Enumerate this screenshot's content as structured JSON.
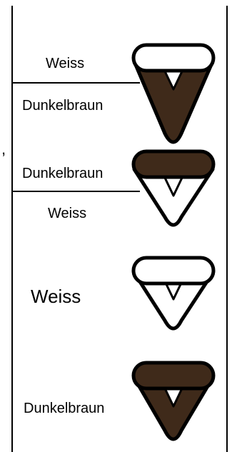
{
  "colors": {
    "weiss": "#ffffff",
    "dunkelbraun": "#3f2a1a",
    "outline": "#000000"
  },
  "stray_mark": ",",
  "variants": [
    {
      "top_label": "Weiss",
      "bottom_label": "Dunkelbraun",
      "cap": "weiss",
      "body": "dunkelbraun"
    },
    {
      "top_label": "Dunkelbraun",
      "bottom_label": "Weiss",
      "cap": "dunkelbraun",
      "body": "weiss"
    },
    {
      "label": "Weiss",
      "cap": "weiss",
      "body": "weiss"
    },
    {
      "label": "Dunkelbraun",
      "cap": "dunkelbraun",
      "body": "dunkelbraun"
    }
  ]
}
